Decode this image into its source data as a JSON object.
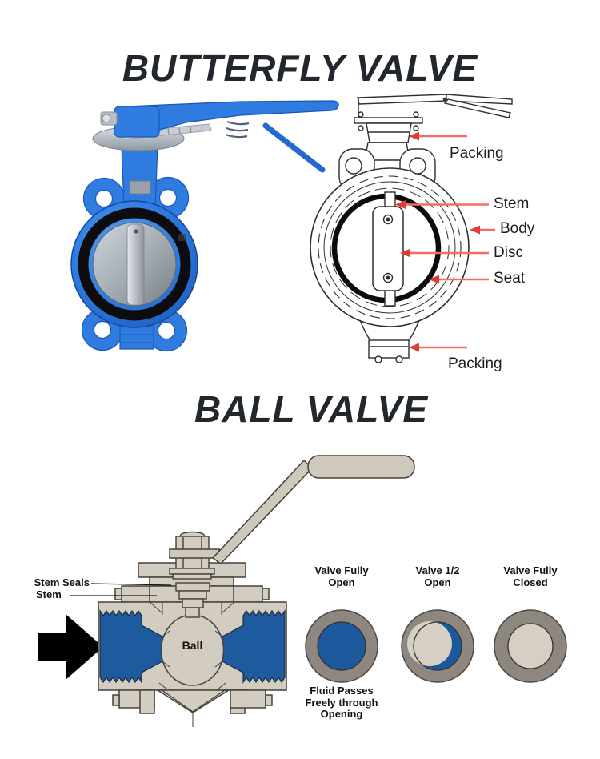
{
  "butterfly": {
    "title": "BUTTERFLY VALVE",
    "labels": {
      "packing_top": "Packing",
      "stem": "Stem",
      "body": "Body",
      "disc": "Disc",
      "seat": "Seat",
      "packing_bottom": "Packing"
    }
  },
  "ball": {
    "title": "BALL VALVE",
    "labels": {
      "stem_seals": "Stem Seals",
      "stem": "Stem",
      "ball": "Ball"
    },
    "states": [
      {
        "lines": [
          "Valve Fully",
          "Open"
        ]
      },
      {
        "lines": [
          "Valve 1/2",
          "Open"
        ]
      },
      {
        "lines": [
          "Valve Fully",
          "Closed"
        ]
      }
    ],
    "fluid_note_lines": [
      "Fluid Passes",
      "Freely through",
      "Opening"
    ]
  },
  "colors": {
    "title": "#22262d",
    "arrow_red_shaft": "#f26b66",
    "arrow_red_head": "#e23b36",
    "photo_valve_blue": "#2e7ce0",
    "fluid_blue": "#1e5b9e",
    "body_tan": "#d3ccc0",
    "ring_gray": "#8d8780",
    "seat_black": "#0d0d0f"
  }
}
